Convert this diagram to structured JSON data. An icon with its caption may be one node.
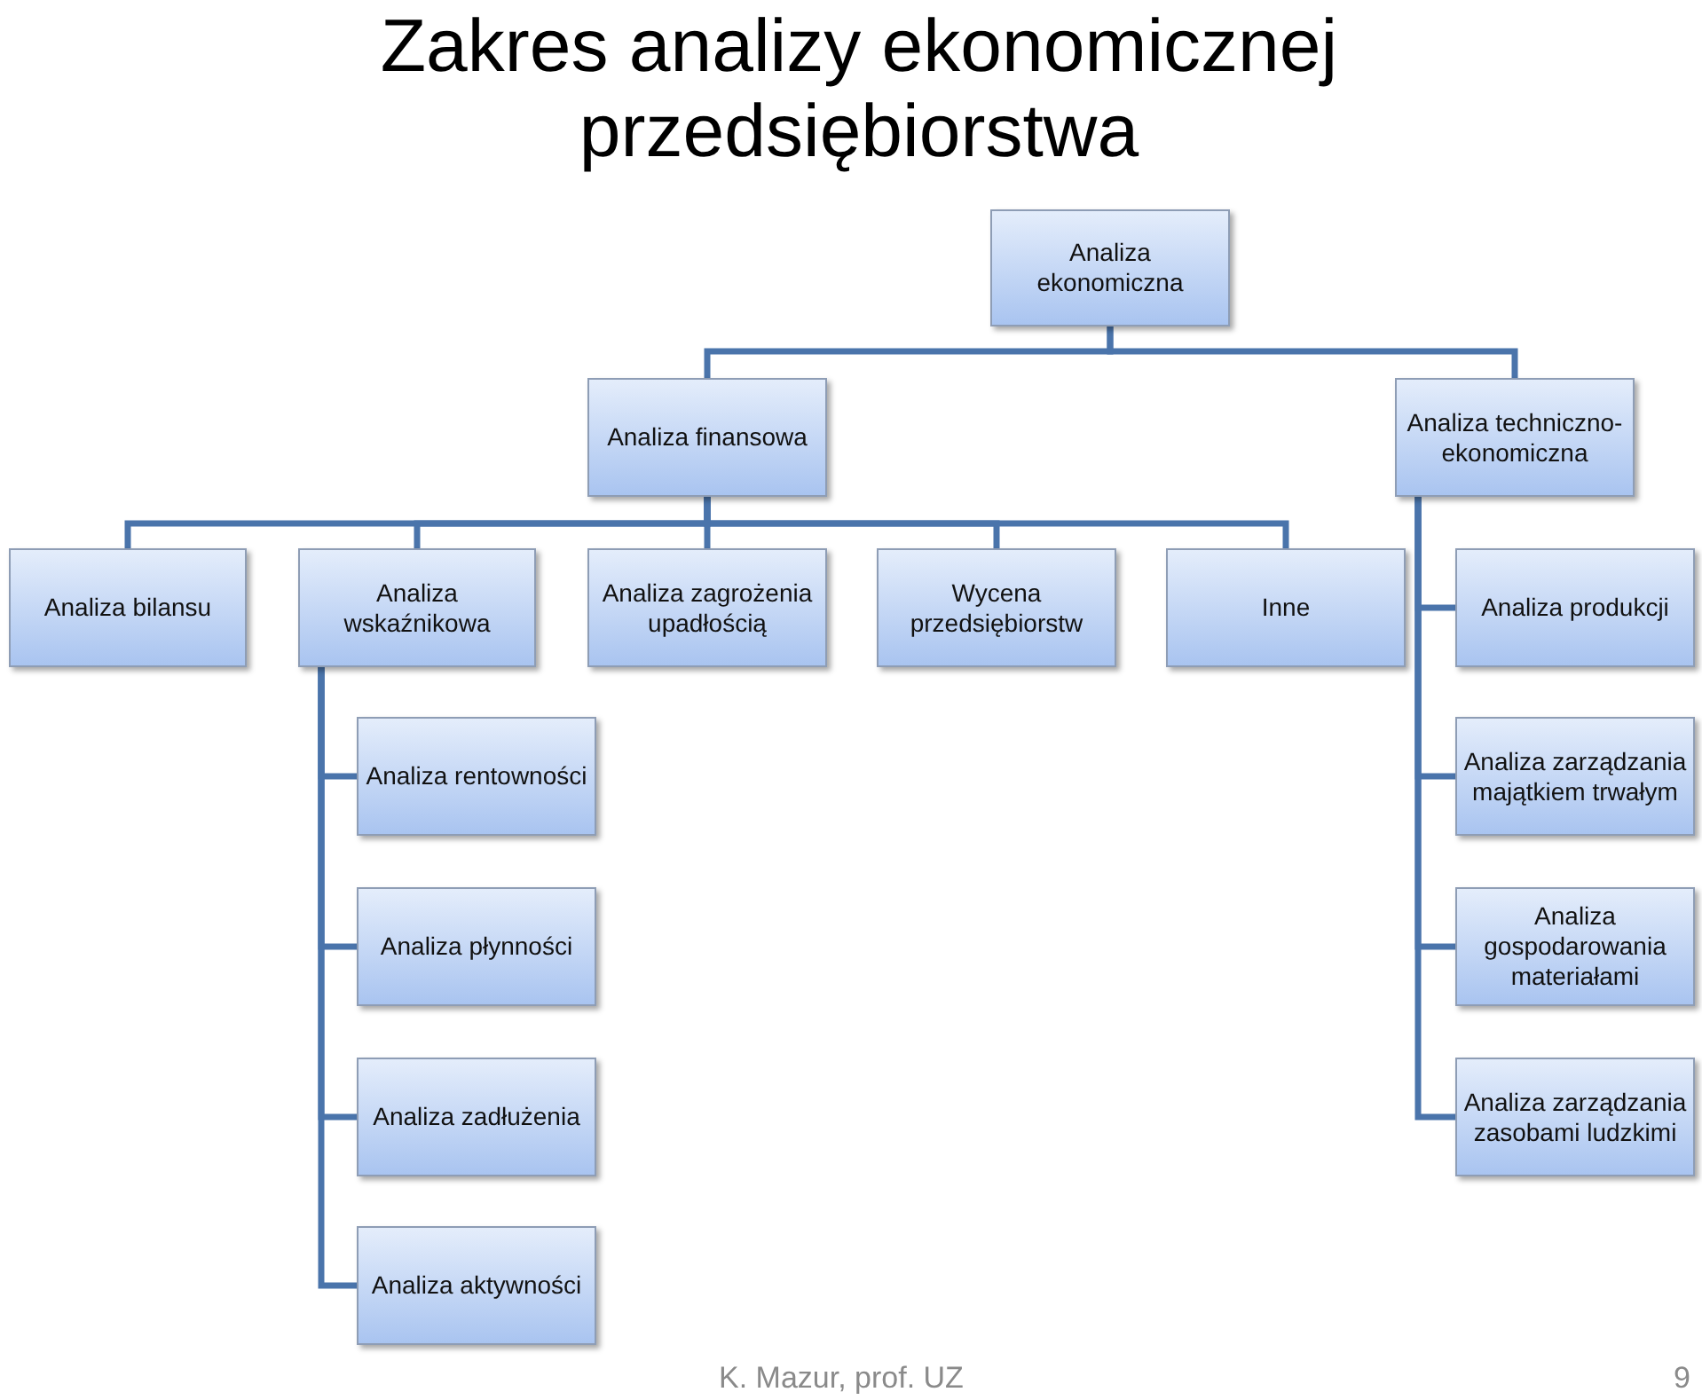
{
  "diagram": {
    "title": "Zakres analizy ekonomicznej przedsiębiorstwa",
    "nodes": [
      {
        "text": [
          "Analiza ekonomiczna"
        ]
      },
      {
        "text": [
          "Analiza finansowa"
        ]
      },
      {
        "text": [
          "Analiza techniczno-ekonomiczna"
        ]
      },
      {
        "text": [
          "Analiza bilansu"
        ]
      },
      {
        "text": [
          "Analiza wskaźnikowa"
        ]
      },
      {
        "text": [
          "Analiza zagrożenia upadłością"
        ]
      },
      {
        "text": [
          "Wycena przedsiębiorstw"
        ]
      },
      {
        "text": [
          "Inne"
        ]
      },
      {
        "text": [
          "Analiza produkcji"
        ]
      },
      {
        "text": [
          "Analiza rentowności"
        ]
      },
      {
        "text": [
          "Analiza zarządzania majątkiem trwałym"
        ]
      },
      {
        "text": [
          "Analiza płynności"
        ]
      },
      {
        "text": [
          "Analiza gospodarowania materiałami"
        ]
      },
      {
        "text": [
          "Analiza zadłużenia"
        ]
      },
      {
        "text": [
          "Analiza zarządzania zasobami ludzkimi"
        ]
      },
      {
        "text": [
          "Analiza aktywności"
        ]
      }
    ],
    "edges": [
      {
        "from": 0,
        "to": 1,
        "arrow": "none"
      },
      {
        "from": 0,
        "to": 2,
        "arrow": "none"
      },
      {
        "from": 1,
        "to": 3,
        "arrow": "none"
      },
      {
        "from": 1,
        "to": 4,
        "arrow": "none"
      },
      {
        "from": 1,
        "to": 5,
        "arrow": "none"
      },
      {
        "from": 1,
        "to": 6,
        "arrow": "none"
      },
      {
        "from": 1,
        "to": 7,
        "arrow": "none"
      },
      {
        "from": 2,
        "to": 8,
        "arrow": "none"
      },
      {
        "from": 2,
        "to": 10,
        "arrow": "none"
      },
      {
        "from": 2,
        "to": 12,
        "arrow": "none"
      },
      {
        "from": 2,
        "to": 14,
        "arrow": "none"
      },
      {
        "from": 4,
        "to": 9,
        "arrow": "none"
      },
      {
        "from": 4,
        "to": 11,
        "arrow": "none"
      },
      {
        "from": 4,
        "to": 13,
        "arrow": "none"
      },
      {
        "from": 4,
        "to": 15,
        "arrow": "none"
      }
    ],
    "labels": [
      "K. Mazur, prof. UZ",
      "9"
    ]
  }
}
